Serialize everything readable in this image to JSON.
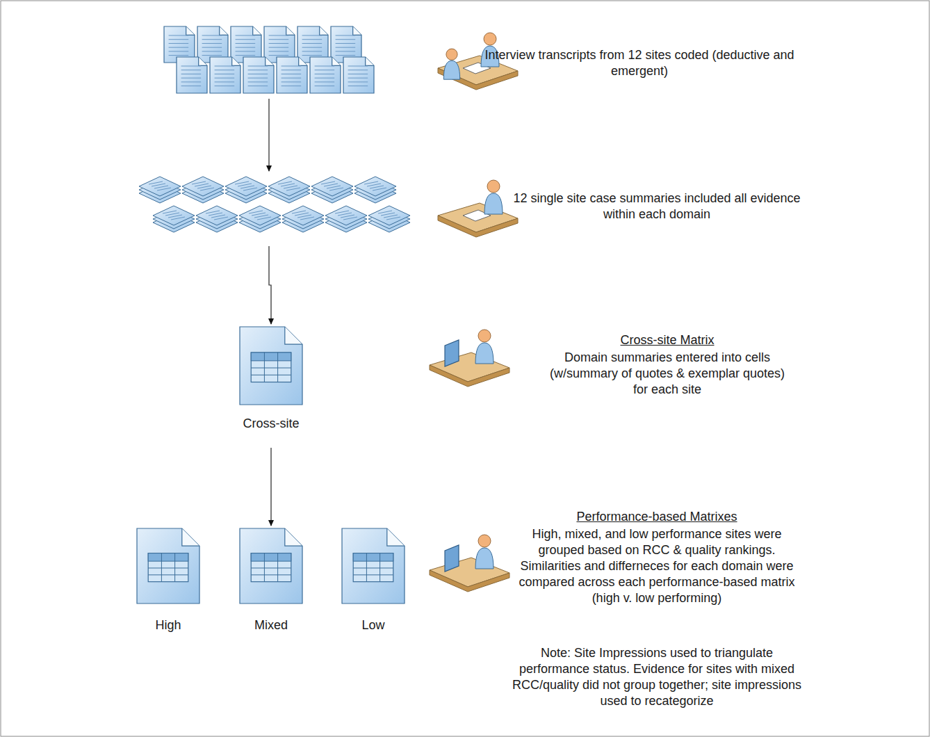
{
  "diagram": {
    "nodes": [
      {
        "text": [
          "Interview transcripts from 12 sites coded (deductive and emergent)"
        ]
      },
      {
        "text": [
          "12 single site case summaries included all evidence within each domain"
        ]
      },
      {
        "text": [
          "Cross-site"
        ]
      },
      {
        "text": [
          "High"
        ]
      },
      {
        "text": [
          "Mixed"
        ]
      },
      {
        "text": [
          "Low"
        ]
      }
    ],
    "edges": [
      {
        "from": 0,
        "to": 1,
        "arrow": "to"
      },
      {
        "from": 1,
        "to": 2,
        "arrow": "to"
      },
      {
        "from": 2,
        "to": 4,
        "arrow": "to"
      }
    ],
    "labels": [
      "Cross-site Matrix",
      "Domain summaries entered into cells (w/summary of quotes & exemplar quotes) for each site",
      "Performance-based Matrixes",
      "High, mixed, and low performance sites were grouped based on RCC & quality rankings. Similarities and differneces for each domain were compared across each performance-based matrix (high v. low performing)",
      "Note: Site Impressions used to triangulate performance status. Evidence for sites with mixed RCC/quality did not group together; site impressions used to recategorize"
    ]
  }
}
